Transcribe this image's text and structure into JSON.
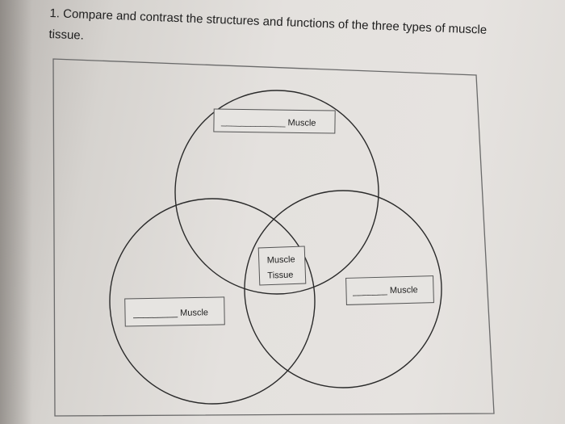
{
  "question": {
    "line1": "1. Compare and contrast the structures and functions of the three types of muscle",
    "line2": "tissue."
  },
  "diagram": {
    "top_label": "_____________ Muscle",
    "left_label": "_________ Muscle",
    "right_label": "_______ Muscle",
    "center_label_line1": "Muscle",
    "center_label_line2": "Tissue"
  }
}
